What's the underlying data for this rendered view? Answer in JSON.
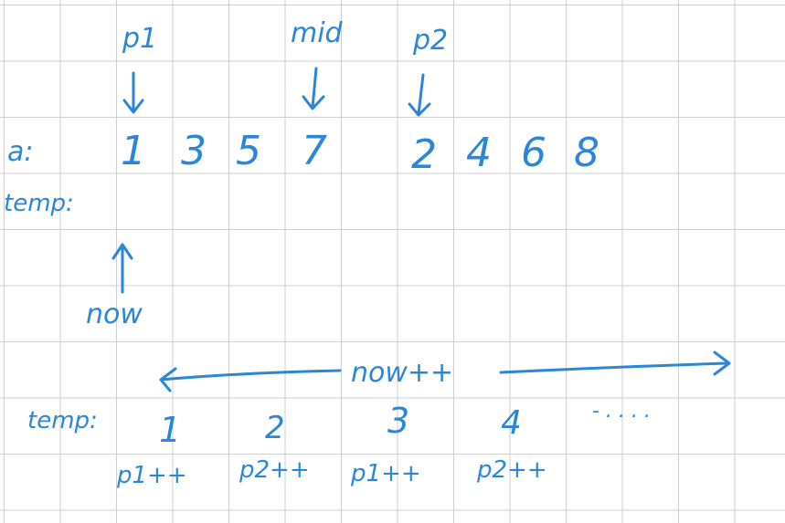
{
  "pointers": {
    "p1": "p1",
    "mid": "mid",
    "p2": "p2"
  },
  "row_a": {
    "label": "a:",
    "values": [
      "1",
      "3",
      "5",
      "7",
      "2",
      "4",
      "6",
      "8"
    ]
  },
  "row_temp_top": {
    "label": "temp:"
  },
  "now_marker": {
    "label": "now"
  },
  "range": {
    "label": "now++"
  },
  "row_temp_bottom": {
    "label": "temp:",
    "values": [
      "1",
      "2",
      "3",
      "4"
    ],
    "ellipsis": "- . . . .",
    "ops": [
      "p1++",
      "p2++",
      "p1++",
      "p2++"
    ]
  },
  "colors": {
    "ink": "#2b86d9",
    "grid": "#cfcfcf"
  }
}
